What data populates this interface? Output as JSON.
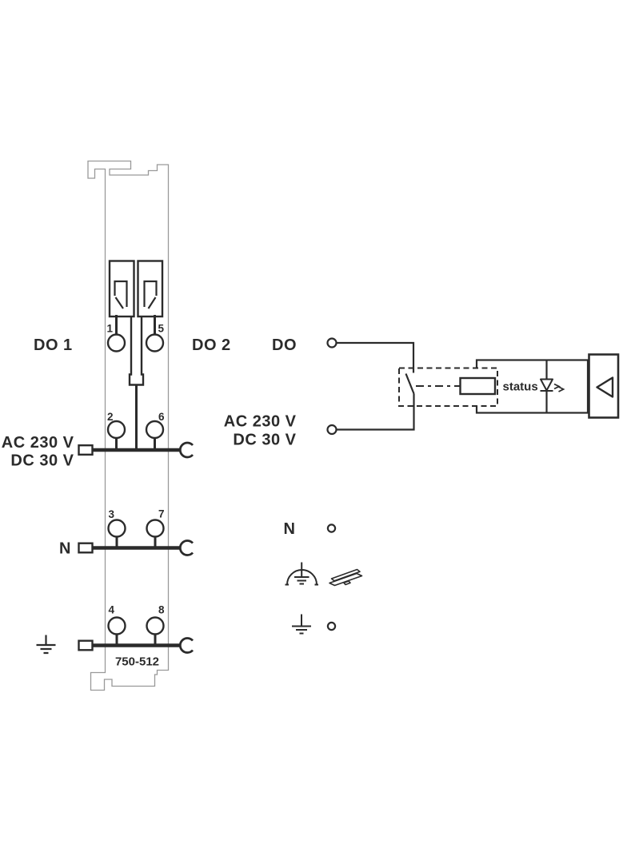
{
  "diagram": {
    "part_number": "750-512",
    "terminals": {
      "t1": "1",
      "t2": "2",
      "t3": "3",
      "t4": "4",
      "t5": "5",
      "t6": "6",
      "t7": "7",
      "t8": "8"
    },
    "labels": {
      "do1": "DO 1",
      "do2": "DO 2",
      "do": "DO",
      "ac_left": "AC 230 V",
      "dc_left": "DC 30 V",
      "ac_mid": "AC 230 V",
      "dc_mid": "DC 30 V",
      "n_left": "N",
      "n_mid": "N",
      "status": "status"
    },
    "colors": {
      "line": "#2b2b2b",
      "module_outline": "#999999",
      "background": "#ffffff"
    },
    "icons": {
      "earth_left": "ground-icon",
      "earth_mid": "ground-icon",
      "earth_via_rail": "earth-via-rail-icon",
      "din_rail": "din-rail-icon",
      "led": "led-icon",
      "bus_connector": "bus-connector-triangle-icon"
    }
  }
}
